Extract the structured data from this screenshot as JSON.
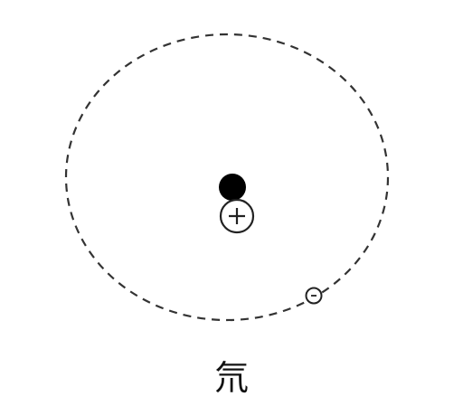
{
  "diagram": {
    "caption": "氘",
    "colors": {
      "stroke": "#333333",
      "neutron_fill": "#000000",
      "background": "#ffffff"
    },
    "nucleus": {
      "neutron_count": 1,
      "proton_count": 1,
      "proton_symbol": "+"
    },
    "electron": {
      "count": 1,
      "symbol": "-"
    },
    "orbit": {
      "style": "dashed"
    }
  }
}
